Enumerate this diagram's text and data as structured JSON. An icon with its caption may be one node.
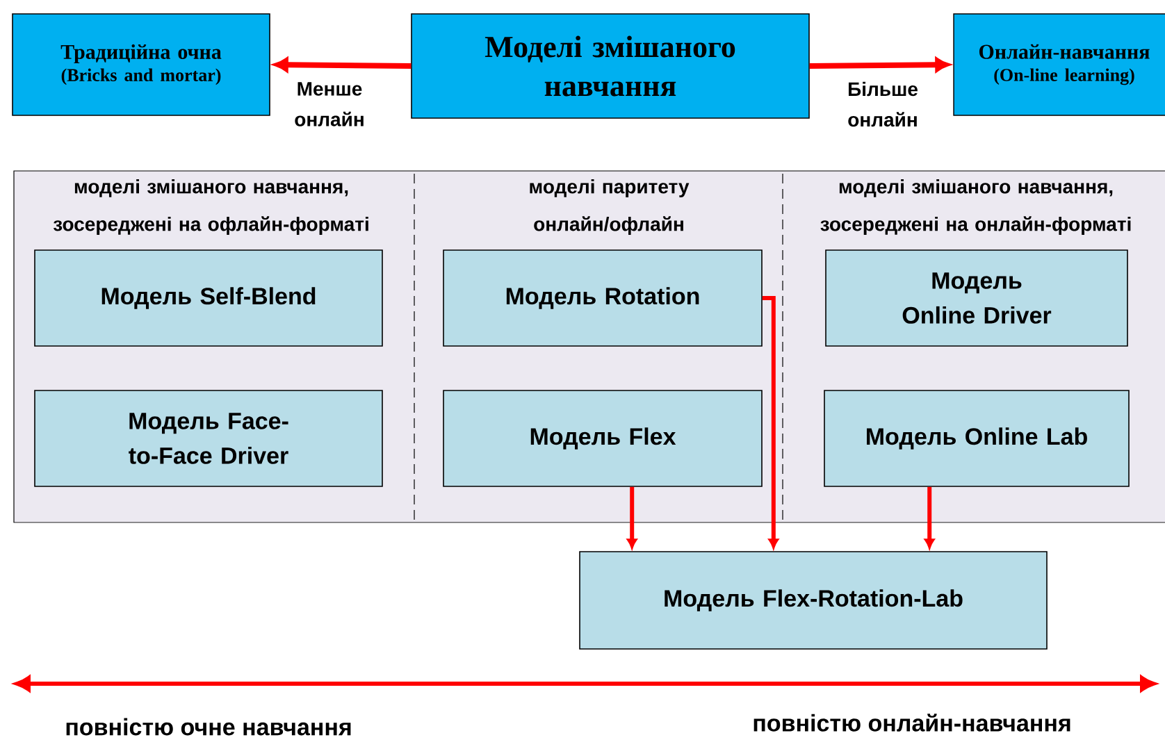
{
  "diagram": {
    "nodes": [
      {
        "text": [
          "Традиційна очна",
          "(Bricks and mortar)"
        ]
      },
      {
        "text": [
          "Моделі змішаного навчання"
        ]
      },
      {
        "text": [
          "Онлайн-навчання",
          "(On-line learning)"
        ]
      },
      {
        "text": [
          "моделі змішаного навчання, зосереджені на офлайн-форматі",
          "моделі паритету онлайн/офлайн",
          "моделі змішаного навчання, зосереджені на онлайн-форматі"
        ]
      },
      {
        "text": [
          "Модель Self-Blend"
        ],
        "in": 3
      },
      {
        "text": [
          "Модель Rotation"
        ],
        "in": 3
      },
      {
        "text": [
          "Модель Online Driver"
        ],
        "in": 3
      },
      {
        "text": [
          "Модель Face-to-Face Driver"
        ],
        "in": 3
      },
      {
        "text": [
          "Модель Flex"
        ],
        "in": 3
      },
      {
        "text": [
          "Модель Online Lab"
        ],
        "in": 3
      },
      {
        "text": [
          "Модель Flex-Rotation-Lab"
        ]
      }
    ],
    "edges": [
      {
        "from": 1,
        "to": 0,
        "arrow": "to",
        "label": "Менше онлайн"
      },
      {
        "from": 1,
        "to": 2,
        "arrow": "to",
        "label": "Більше онлайн"
      },
      {
        "from": 8,
        "to": 10,
        "arrow": "to"
      },
      {
        "from": 5,
        "to": 10,
        "arrow": "to"
      },
      {
        "from": 9,
        "to": 10,
        "arrow": "to"
      }
    ],
    "labels": [
      "повністю очне навчання",
      "повністю онлайн-навчання"
    ]
  }
}
